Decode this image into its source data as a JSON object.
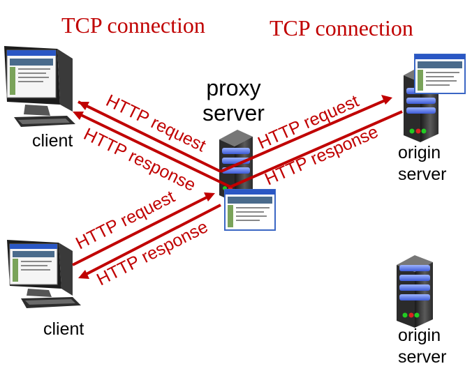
{
  "colors": {
    "accent": "#c00000",
    "text": "#000000"
  },
  "headers": {
    "left": "TCP connection",
    "right": "TCP connection"
  },
  "nodes": {
    "proxy": {
      "line1": "proxy",
      "line2": "server"
    },
    "client_top": "client",
    "client_bottom": "client",
    "origin_top": {
      "line1": "origin",
      "line2": "server"
    },
    "origin_bottom": {
      "line1": "origin",
      "line2": "server"
    }
  },
  "arrows": {
    "upper_left_request": "HTTP request",
    "upper_left_response": "HTTP response",
    "upper_right_request": "HTTP request",
    "upper_right_response": "HTTP response",
    "lower_request": "HTTP request",
    "lower_response": "HTTP response"
  }
}
